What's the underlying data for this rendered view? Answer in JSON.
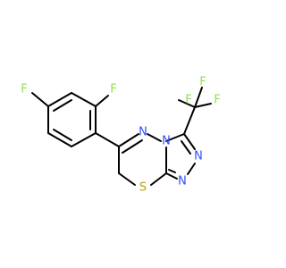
{
  "molecule": {
    "atoms": {
      "f_para": {
        "symbol": "F",
        "color": "#90e050"
      },
      "f_ortho": {
        "symbol": "F",
        "color": "#90e050"
      },
      "n4": {
        "symbol": "N",
        "color": "#3050f8"
      },
      "n5": {
        "symbol": "N",
        "color": "#3050f8"
      },
      "n1": {
        "symbol": "N",
        "color": "#3050f8"
      },
      "n2": {
        "symbol": "N",
        "color": "#3050f8"
      },
      "s1": {
        "symbol": "S",
        "color": "#b8a000"
      },
      "f_cf3_left": {
        "symbol": "F",
        "color": "#90e050"
      },
      "f_cf3_top": {
        "symbol": "F",
        "color": "#90e050"
      },
      "f_cf3_right": {
        "symbol": "F",
        "color": "#90e050"
      }
    },
    "bond_color": "#000000"
  }
}
